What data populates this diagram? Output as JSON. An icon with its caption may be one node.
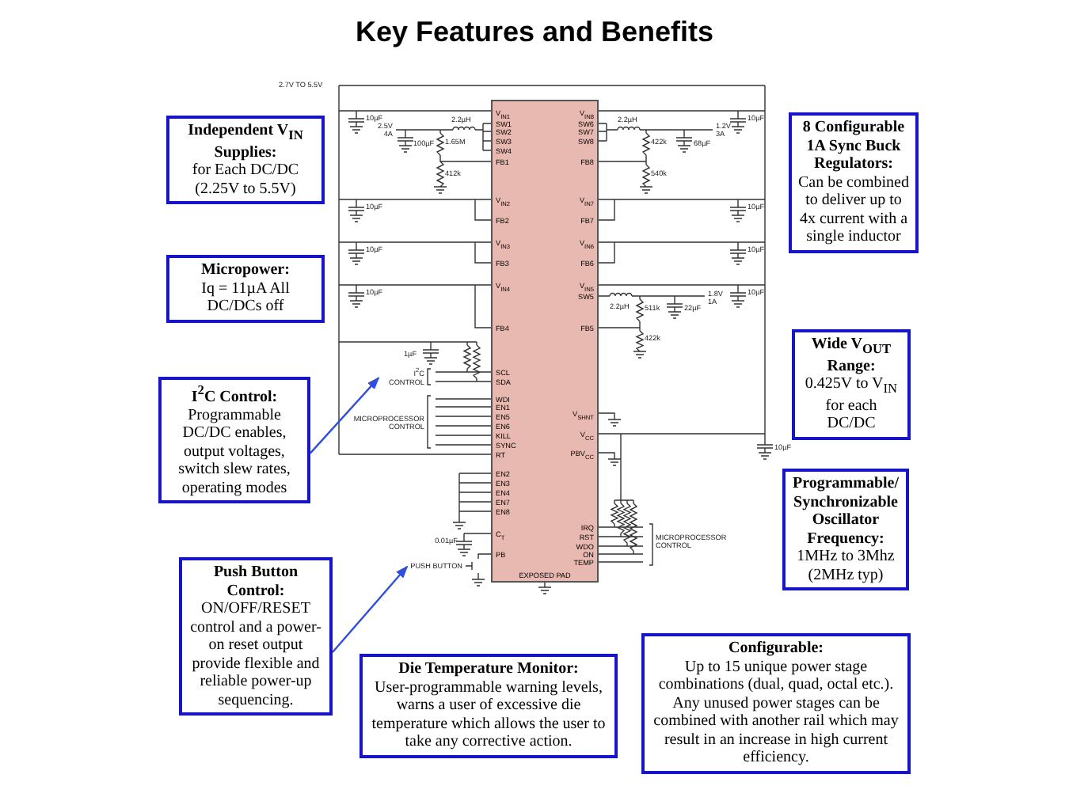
{
  "diagram": {
    "title": "Key Features and Benefits",
    "nodes": [
      {
        "text": [
          "Independent V$_{IN}$ Supplies:",
          "for Each DC/DC (2.25V to 5.5V)"
        ]
      },
      {
        "text": [
          "Micropower:",
          "Iq = 11µA All DC/DCs off"
        ]
      },
      {
        "text": [
          "I$^{2}$C Control:",
          "Programmable DC/DC enables, output voltages, switch slew rates, operating modes"
        ]
      },
      {
        "text": [
          "Push Button Control:",
          "ON/OFF/RESET control and a power-on reset output provide flexible and reliable power-up sequencing."
        ]
      },
      {
        "text": [
          "Die Temperature Monitor:",
          "User-programmable warning levels, warns a user of excessive die temperature which allows the user to take any corrective action."
        ]
      },
      {
        "text": [
          "Configurable:",
          "Up to 15 unique power stage combinations (dual, quad, octal etc.). Any unused power stages can be combined with another rail which may result in an increase in high current efficiency."
        ]
      },
      {
        "text": [
          "8 Configurable 1A Sync Buck Regulators:",
          "Can be combined to deliver up to 4x current with a single inductor"
        ]
      },
      {
        "text": [
          "Wide V$_{OUT}$ Range:",
          "0.425V to V$_{IN}$ for each DC/DC"
        ]
      },
      {
        "text": [
          "Programmable/ Synchronizable Oscillator Frequency:",
          "1MHz to 3Mhz (2MHz typ)"
        ]
      },
      {
        "text": [
          "V$_{IN1}$",
          "SW1",
          "SW2",
          "SW3",
          "SW4",
          "FB1",
          "V$_{IN2}$",
          "FB2",
          "V$_{IN3}$",
          "FB3",
          "V$_{IN4}$",
          "FB4",
          "SCL",
          "SDA",
          "WDI",
          "EN1",
          "EN5",
          "EN6",
          "KILL",
          "SYNC",
          "RT",
          "EN2",
          "EN3",
          "EN4",
          "EN7",
          "EN8",
          "C$_{T}$",
          "PB",
          "V$_{IN8}$",
          "SW6",
          "SW7",
          "SW8",
          "FB8",
          "V$_{IN7}$",
          "FB7",
          "V$_{IN6}$",
          "FB6",
          "V$_{IN5}$",
          "SW5",
          "FB5",
          "V$_{SHNT}$",
          "V$_{CC}$",
          "PBV$_{CC}$",
          "IRQ",
          "RST",
          "WDO",
          "ON",
          "TEMP",
          "EXPOSED PAD"
        ]
      },
      {
        "text": [
          "I$^{2}$C CONTROL"
        ]
      },
      {
        "text": [
          "PUSH BUTTON"
        ]
      }
    ],
    "edges": [
      {
        "from": 2,
        "to": 10,
        "arrow": "to"
      },
      {
        "from": 3,
        "to": 11,
        "arrow": "to"
      }
    ],
    "labels": [
      "2.7V TO 5.5V",
      "10µF",
      "2.5V 4A",
      "2.2µH",
      "100µF",
      "1.65M",
      "412k",
      "2.2µH",
      "1.2V 3A",
      "422k",
      "68µF",
      "540k",
      "10µF",
      "10µF",
      "10µF",
      "10µF",
      "10µF",
      "10µF",
      "10µF",
      "2.2µH",
      "511k",
      "22µF",
      "1.8V 1A",
      "422k",
      "1µF",
      "MICROPROCESSOR CONTROL",
      "10µF",
      "MICROPROCESSOR CONTROL",
      "0.01µF"
    ]
  }
}
